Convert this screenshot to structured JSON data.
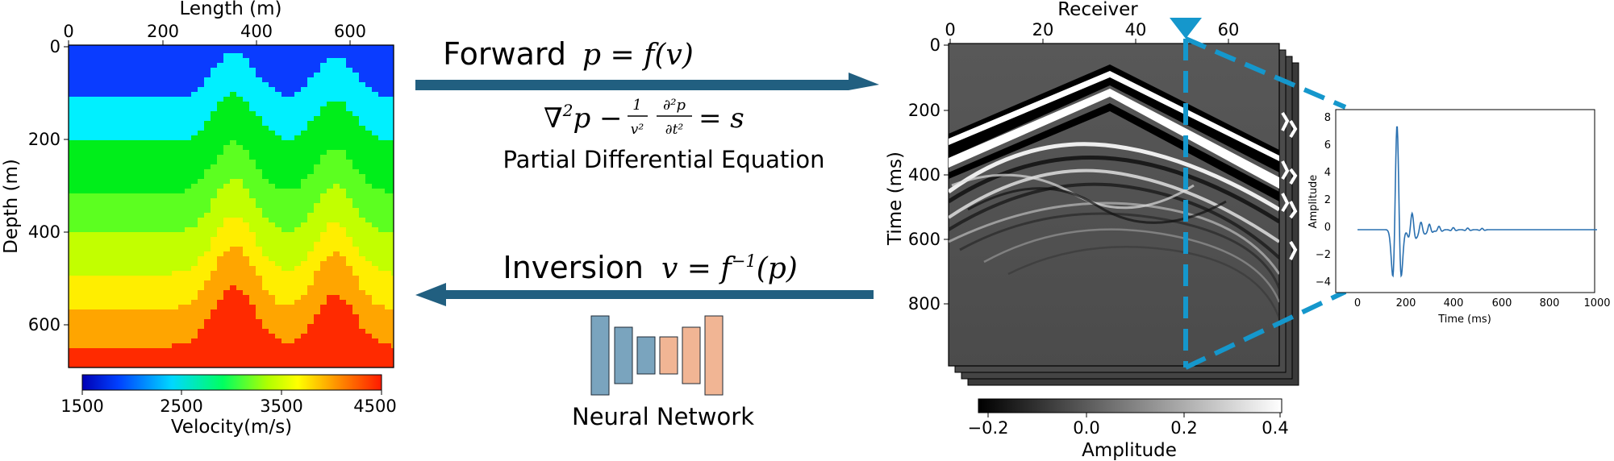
{
  "velocity_panel": {
    "x_label": "Length (m)",
    "y_label": "Depth (m)",
    "x_ticks": [
      "0",
      "200",
      "400",
      "600"
    ],
    "y_ticks": [
      "0",
      "200",
      "400",
      "600"
    ],
    "colorbar_label": "Velocity(m/s)",
    "colorbar_ticks": [
      "1500",
      "2500",
      "3500",
      "4500"
    ],
    "layer_colors": [
      "#0a3cff",
      "#00f0ff",
      "#00ee1a",
      "#5cff20",
      "#c2ff00",
      "#ffee00",
      "#ffa500",
      "#ff2a00"
    ]
  },
  "forward": {
    "word": "Forward",
    "relation": "p = f(v)",
    "equation_label": "Partial Differential Equation"
  },
  "inversion": {
    "word": "Inversion",
    "relation": "v = f",
    "relation_sup": "−1",
    "relation_tail": "(p)",
    "network_label": "Neural Network"
  },
  "network": {
    "colors": {
      "encoder": "#7aa4be",
      "decoder": "#f1b594",
      "stroke": "#1f2a36"
    }
  },
  "seismic_panel": {
    "x_label": "Receiver",
    "y_label": "Time (ms)",
    "x_ticks": [
      "0",
      "20",
      "40",
      "60"
    ],
    "y_ticks": [
      "0",
      "200",
      "400",
      "600",
      "800"
    ],
    "colorbar_label": "Amplitude",
    "colorbar_ticks": [
      "−0.2",
      "0.0",
      "0.2",
      "0.4"
    ],
    "highlight_color": "#1597cc"
  },
  "trace_panel": {
    "x_label": "Time (ms)",
    "y_label": "Amplitude",
    "x_ticks": [
      "0",
      "200",
      "400",
      "600",
      "800",
      "1000"
    ],
    "y_ticks": [
      "8",
      "6",
      "4",
      "2",
      "0",
      "−2",
      "−4"
    ],
    "line_color": "#2a70b0"
  },
  "arrow_color": "#215f80"
}
